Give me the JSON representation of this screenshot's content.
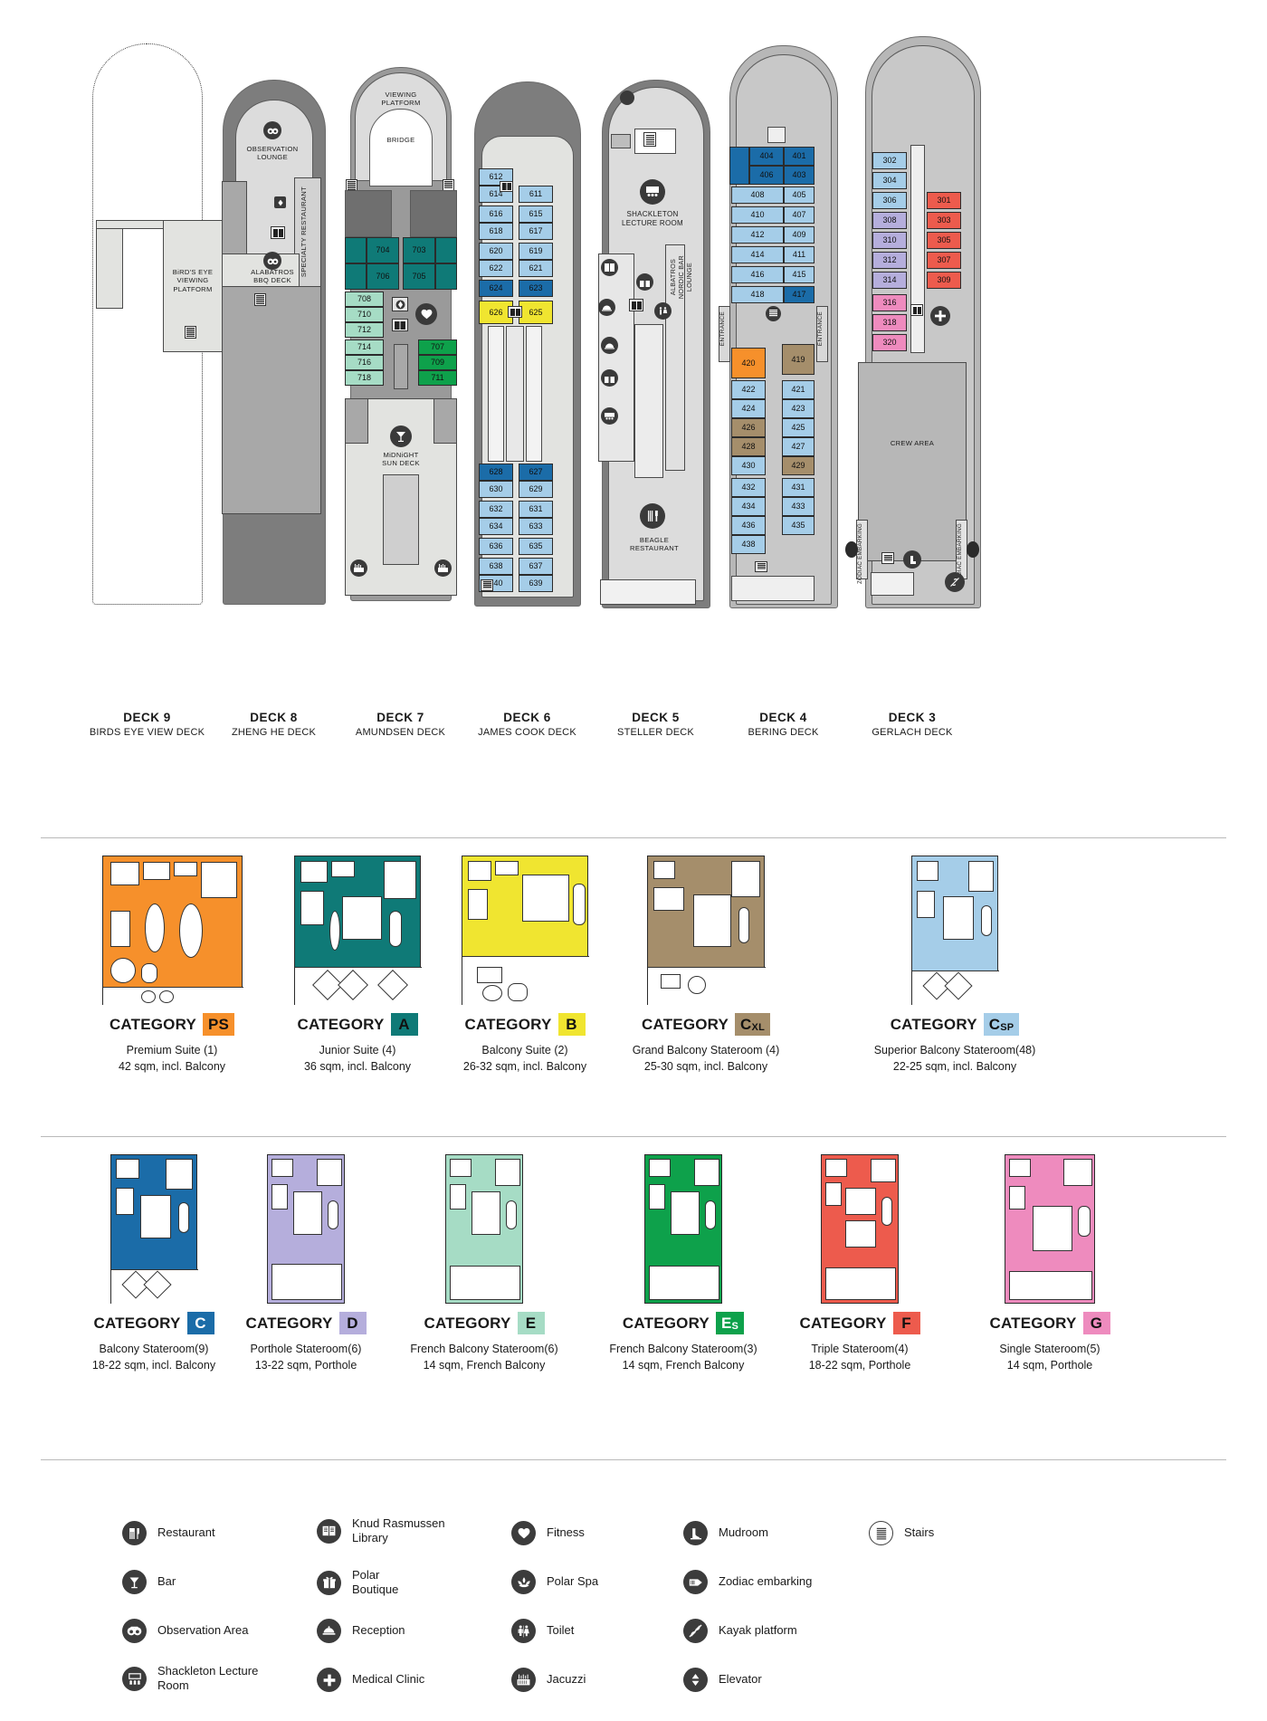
{
  "decks": [
    {
      "number": "DECK 9",
      "name": "BIRDS EYE VIEW DECK",
      "rooms": [
        {
          "label": "BiRD'S EYE\nVIEWING\nPLATFORM"
        }
      ],
      "cabins": []
    },
    {
      "number": "DECK 8",
      "name": "ZHENG HE DECK",
      "rooms": [
        {
          "label": "OBSERVATION\nLOUNGE"
        },
        {
          "label": "SPECIALTY RESTAURANT"
        },
        {
          "label": "ALABATROS\nBBQ DECK"
        }
      ],
      "cabins": []
    },
    {
      "number": "DECK 7",
      "name": "AMUNDSEN DECK",
      "rooms": [
        {
          "label": "VIEWING\nPLATFORM"
        },
        {
          "label": "BRIDGE"
        },
        {
          "label": "MiDNiGHT\nSUN DECK"
        }
      ],
      "cabins": [
        {
          "id": "704",
          "cat": "A"
        },
        {
          "id": "703",
          "cat": "A"
        },
        {
          "id": "706",
          "cat": "A"
        },
        {
          "id": "705",
          "cat": "A"
        },
        {
          "id": "708",
          "cat": "E"
        },
        {
          "id": "710",
          "cat": "E"
        },
        {
          "id": "712",
          "cat": "E"
        },
        {
          "id": "714",
          "cat": "E"
        },
        {
          "id": "716",
          "cat": "E"
        },
        {
          "id": "718",
          "cat": "E"
        },
        {
          "id": "707",
          "cat": "Es"
        },
        {
          "id": "709",
          "cat": "Es"
        },
        {
          "id": "711",
          "cat": "Es"
        }
      ]
    },
    {
      "number": "DECK 6",
      "name": "JAMES COOK DECK",
      "rooms": [],
      "cabins": [
        {
          "id": "612",
          "cat": "Csp"
        },
        {
          "id": "614",
          "cat": "Csp"
        },
        {
          "id": "611",
          "cat": "Csp"
        },
        {
          "id": "616",
          "cat": "Csp"
        },
        {
          "id": "615",
          "cat": "Csp"
        },
        {
          "id": "618",
          "cat": "Csp"
        },
        {
          "id": "617",
          "cat": "Csp"
        },
        {
          "id": "620",
          "cat": "Csp"
        },
        {
          "id": "619",
          "cat": "Csp"
        },
        {
          "id": "622",
          "cat": "Csp"
        },
        {
          "id": "621",
          "cat": "Csp"
        },
        {
          "id": "624",
          "cat": "C"
        },
        {
          "id": "623",
          "cat": "C"
        },
        {
          "id": "626",
          "cat": "B"
        },
        {
          "id": "625",
          "cat": "B"
        },
        {
          "id": "628",
          "cat": "C"
        },
        {
          "id": "627",
          "cat": "C"
        },
        {
          "id": "630",
          "cat": "Csp"
        },
        {
          "id": "629",
          "cat": "Csp"
        },
        {
          "id": "632",
          "cat": "Csp"
        },
        {
          "id": "631",
          "cat": "Csp"
        },
        {
          "id": "634",
          "cat": "Csp"
        },
        {
          "id": "633",
          "cat": "Csp"
        },
        {
          "id": "636",
          "cat": "Csp"
        },
        {
          "id": "635",
          "cat": "Csp"
        },
        {
          "id": "638",
          "cat": "Csp"
        },
        {
          "id": "637",
          "cat": "Csp"
        },
        {
          "id": "640",
          "cat": "Csp"
        },
        {
          "id": "639",
          "cat": "Csp"
        }
      ]
    },
    {
      "number": "DECK 5",
      "name": "STELLER DECK",
      "rooms": [
        {
          "label": "SHACKLETON\nLECTURE ROOM"
        },
        {
          "label": "ALBATROS\nNORDIC BAR\nLOUNGE"
        },
        {
          "label": "BEAGLE\nRESTAURANT"
        }
      ],
      "cabins": []
    },
    {
      "number": "DECK 4",
      "name": "BERING DECK",
      "rooms": [
        {
          "label": "ENTRANCE"
        },
        {
          "label": "ENTRANCE"
        }
      ],
      "cabins": [
        {
          "id": "404",
          "cat": "C"
        },
        {
          "id": "401",
          "cat": "C"
        },
        {
          "id": "406",
          "cat": "C"
        },
        {
          "id": "403",
          "cat": "C"
        },
        {
          "id": "408",
          "cat": "Csp"
        },
        {
          "id": "405",
          "cat": "Csp"
        },
        {
          "id": "410",
          "cat": "Csp"
        },
        {
          "id": "407",
          "cat": "Csp"
        },
        {
          "id": "412",
          "cat": "Csp"
        },
        {
          "id": "409",
          "cat": "Csp"
        },
        {
          "id": "414",
          "cat": "Csp"
        },
        {
          "id": "411",
          "cat": "Csp"
        },
        {
          "id": "416",
          "cat": "Csp"
        },
        {
          "id": "415",
          "cat": "Csp"
        },
        {
          "id": "418",
          "cat": "Csp"
        },
        {
          "id": "417",
          "cat": "C"
        },
        {
          "id": "420",
          "cat": "PS"
        },
        {
          "id": "419",
          "cat": "Cxl"
        },
        {
          "id": "422",
          "cat": "Csp"
        },
        {
          "id": "421",
          "cat": "Csp"
        },
        {
          "id": "424",
          "cat": "Csp"
        },
        {
          "id": "423",
          "cat": "Csp"
        },
        {
          "id": "426",
          "cat": "Cxl"
        },
        {
          "id": "425",
          "cat": "Csp"
        },
        {
          "id": "428",
          "cat": "Cxl"
        },
        {
          "id": "427",
          "cat": "Csp"
        },
        {
          "id": "430",
          "cat": "Csp"
        },
        {
          "id": "429",
          "cat": "Cxl"
        },
        {
          "id": "432",
          "cat": "Csp"
        },
        {
          "id": "431",
          "cat": "Csp"
        },
        {
          "id": "434",
          "cat": "Csp"
        },
        {
          "id": "433",
          "cat": "Csp"
        },
        {
          "id": "436",
          "cat": "Csp"
        },
        {
          "id": "435",
          "cat": "Csp"
        },
        {
          "id": "438",
          "cat": "Csp"
        }
      ]
    },
    {
      "number": "DECK 3",
      "name": "GERLACH DECK",
      "rooms": [
        {
          "label": "CREW AREA"
        },
        {
          "label": "ZODIAC EMBARKING"
        },
        {
          "label": "ZODIAC EMBARKING"
        }
      ],
      "cabins": [
        {
          "id": "302",
          "cat": "Csp"
        },
        {
          "id": "304",
          "cat": "Csp"
        },
        {
          "id": "306",
          "cat": "Csp"
        },
        {
          "id": "301",
          "cat": "F"
        },
        {
          "id": "308",
          "cat": "D"
        },
        {
          "id": "303",
          "cat": "F"
        },
        {
          "id": "310",
          "cat": "D"
        },
        {
          "id": "305",
          "cat": "F"
        },
        {
          "id": "312",
          "cat": "D"
        },
        {
          "id": "307",
          "cat": "F"
        },
        {
          "id": "314",
          "cat": "D"
        },
        {
          "id": "309",
          "cat": "F"
        },
        {
          "id": "316",
          "cat": "G"
        },
        {
          "id": "318",
          "cat": "G"
        },
        {
          "id": "320",
          "cat": "G"
        }
      ]
    }
  ],
  "categories_row1": [
    {
      "code": "PS",
      "sub": "",
      "color": "#F6902B",
      "title": "CATEGORY",
      "desc_line1": "Premium Suite (1)",
      "desc_line2": "42 sqm, incl. Balcony"
    },
    {
      "code": "A",
      "sub": "",
      "color": "#0F7A77",
      "title": "CATEGORY",
      "desc_line1": "Junior Suite (4)",
      "desc_line2": "36 sqm, incl. Balcony"
    },
    {
      "code": "B",
      "sub": "",
      "color": "#F0E530",
      "title": "CATEGORY",
      "desc_line1": "Balcony Suite (2)",
      "desc_line2": "26-32 sqm, incl. Balcony"
    },
    {
      "code": "C",
      "sub": "XL",
      "color": "#A58E6B",
      "title": "CATEGORY",
      "desc_line1": "Grand Balcony Stateroom (4)",
      "desc_line2": "25-30 sqm, incl. Balcony"
    },
    {
      "code": "C",
      "sub": "SP",
      "color": "#A5CDE8",
      "title": "CATEGORY",
      "desc_line1": "Superior Balcony Stateroom(48)",
      "desc_line2": "22-25 sqm, incl. Balcony"
    }
  ],
  "categories_row2": [
    {
      "code": "C",
      "sub": "",
      "color": "#1B6CA8",
      "title": "CATEGORY",
      "desc_line1": "Balcony Stateroom(9)",
      "desc_line2": "18-22 sqm, incl. Balcony"
    },
    {
      "code": "D",
      "sub": "",
      "color": "#B5AEDC",
      "title": "CATEGORY",
      "desc_line1": "Porthole Stateroom(6)",
      "desc_line2": "13-22 sqm, Porthole"
    },
    {
      "code": "E",
      "sub": "",
      "color": "#A6DCC5",
      "title": "CATEGORY",
      "desc_line1": "French Balcony Stateroom(6)",
      "desc_line2": "14 sqm, French Balcony"
    },
    {
      "code": "E",
      "sub": "S",
      "color": "#0EA14B",
      "title": "CATEGORY",
      "desc_line1": "French Balcony Stateroom(3)",
      "desc_line2": "14 sqm, French Balcony"
    },
    {
      "code": "F",
      "sub": "",
      "color": "#ED5B4D",
      "title": "CATEGORY",
      "desc_line1": "Triple Stateroom(4)",
      "desc_line2": "18-22 sqm, Porthole"
    },
    {
      "code": "G",
      "sub": "",
      "color": "#EE8BBE",
      "title": "CATEGORY",
      "desc_line1": "Single Stateroom(5)",
      "desc_line2": "14 sqm, Porthole"
    }
  ],
  "legend": [
    {
      "icon": "restaurant-icon",
      "label": "Restaurant"
    },
    {
      "icon": "bar-icon",
      "label": "Bar"
    },
    {
      "icon": "observation-icon",
      "label": "Observation Area"
    },
    {
      "icon": "lecture-icon",
      "label": "Shackleton Lecture\nRoom"
    },
    {
      "icon": "library-icon",
      "label": "Knud Rasmussen\nLibrary"
    },
    {
      "icon": "boutique-icon",
      "label": "Polar\nBoutique"
    },
    {
      "icon": "reception-icon",
      "label": "Reception"
    },
    {
      "icon": "medical-icon",
      "label": "Medical Clinic"
    },
    {
      "icon": "fitness-icon",
      "label": "Fitness"
    },
    {
      "icon": "spa-icon",
      "label": "Polar Spa"
    },
    {
      "icon": "toilet-icon",
      "label": "Toilet"
    },
    {
      "icon": "jacuzzi-icon",
      "label": "Jacuzzi"
    },
    {
      "icon": "mudroom-icon",
      "label": "Mudroom"
    },
    {
      "icon": "zodiac-icon",
      "label": "Zodiac embarking"
    },
    {
      "icon": "kayak-icon",
      "label": "Kayak platform"
    },
    {
      "icon": "elevator-icon",
      "label": "Elevator"
    },
    {
      "icon": "stairs-icon",
      "label": "Stairs"
    }
  ],
  "palette": {
    "PS": "#F6902B",
    "A": "#0F7A77",
    "B": "#F0E530",
    "Cxl": "#A58E6B",
    "Csp": "#A5CDE8",
    "C": "#1B6CA8",
    "D": "#B5AEDC",
    "E": "#A6DCC5",
    "Es": "#0EA14B",
    "F": "#ED5B4D",
    "G": "#EE8BBE",
    "hull_dark": "#7D7D7D",
    "hull_mid": "#A8A8A8",
    "hull_light": "#DCDCDC",
    "line": "#2b2b2b"
  }
}
